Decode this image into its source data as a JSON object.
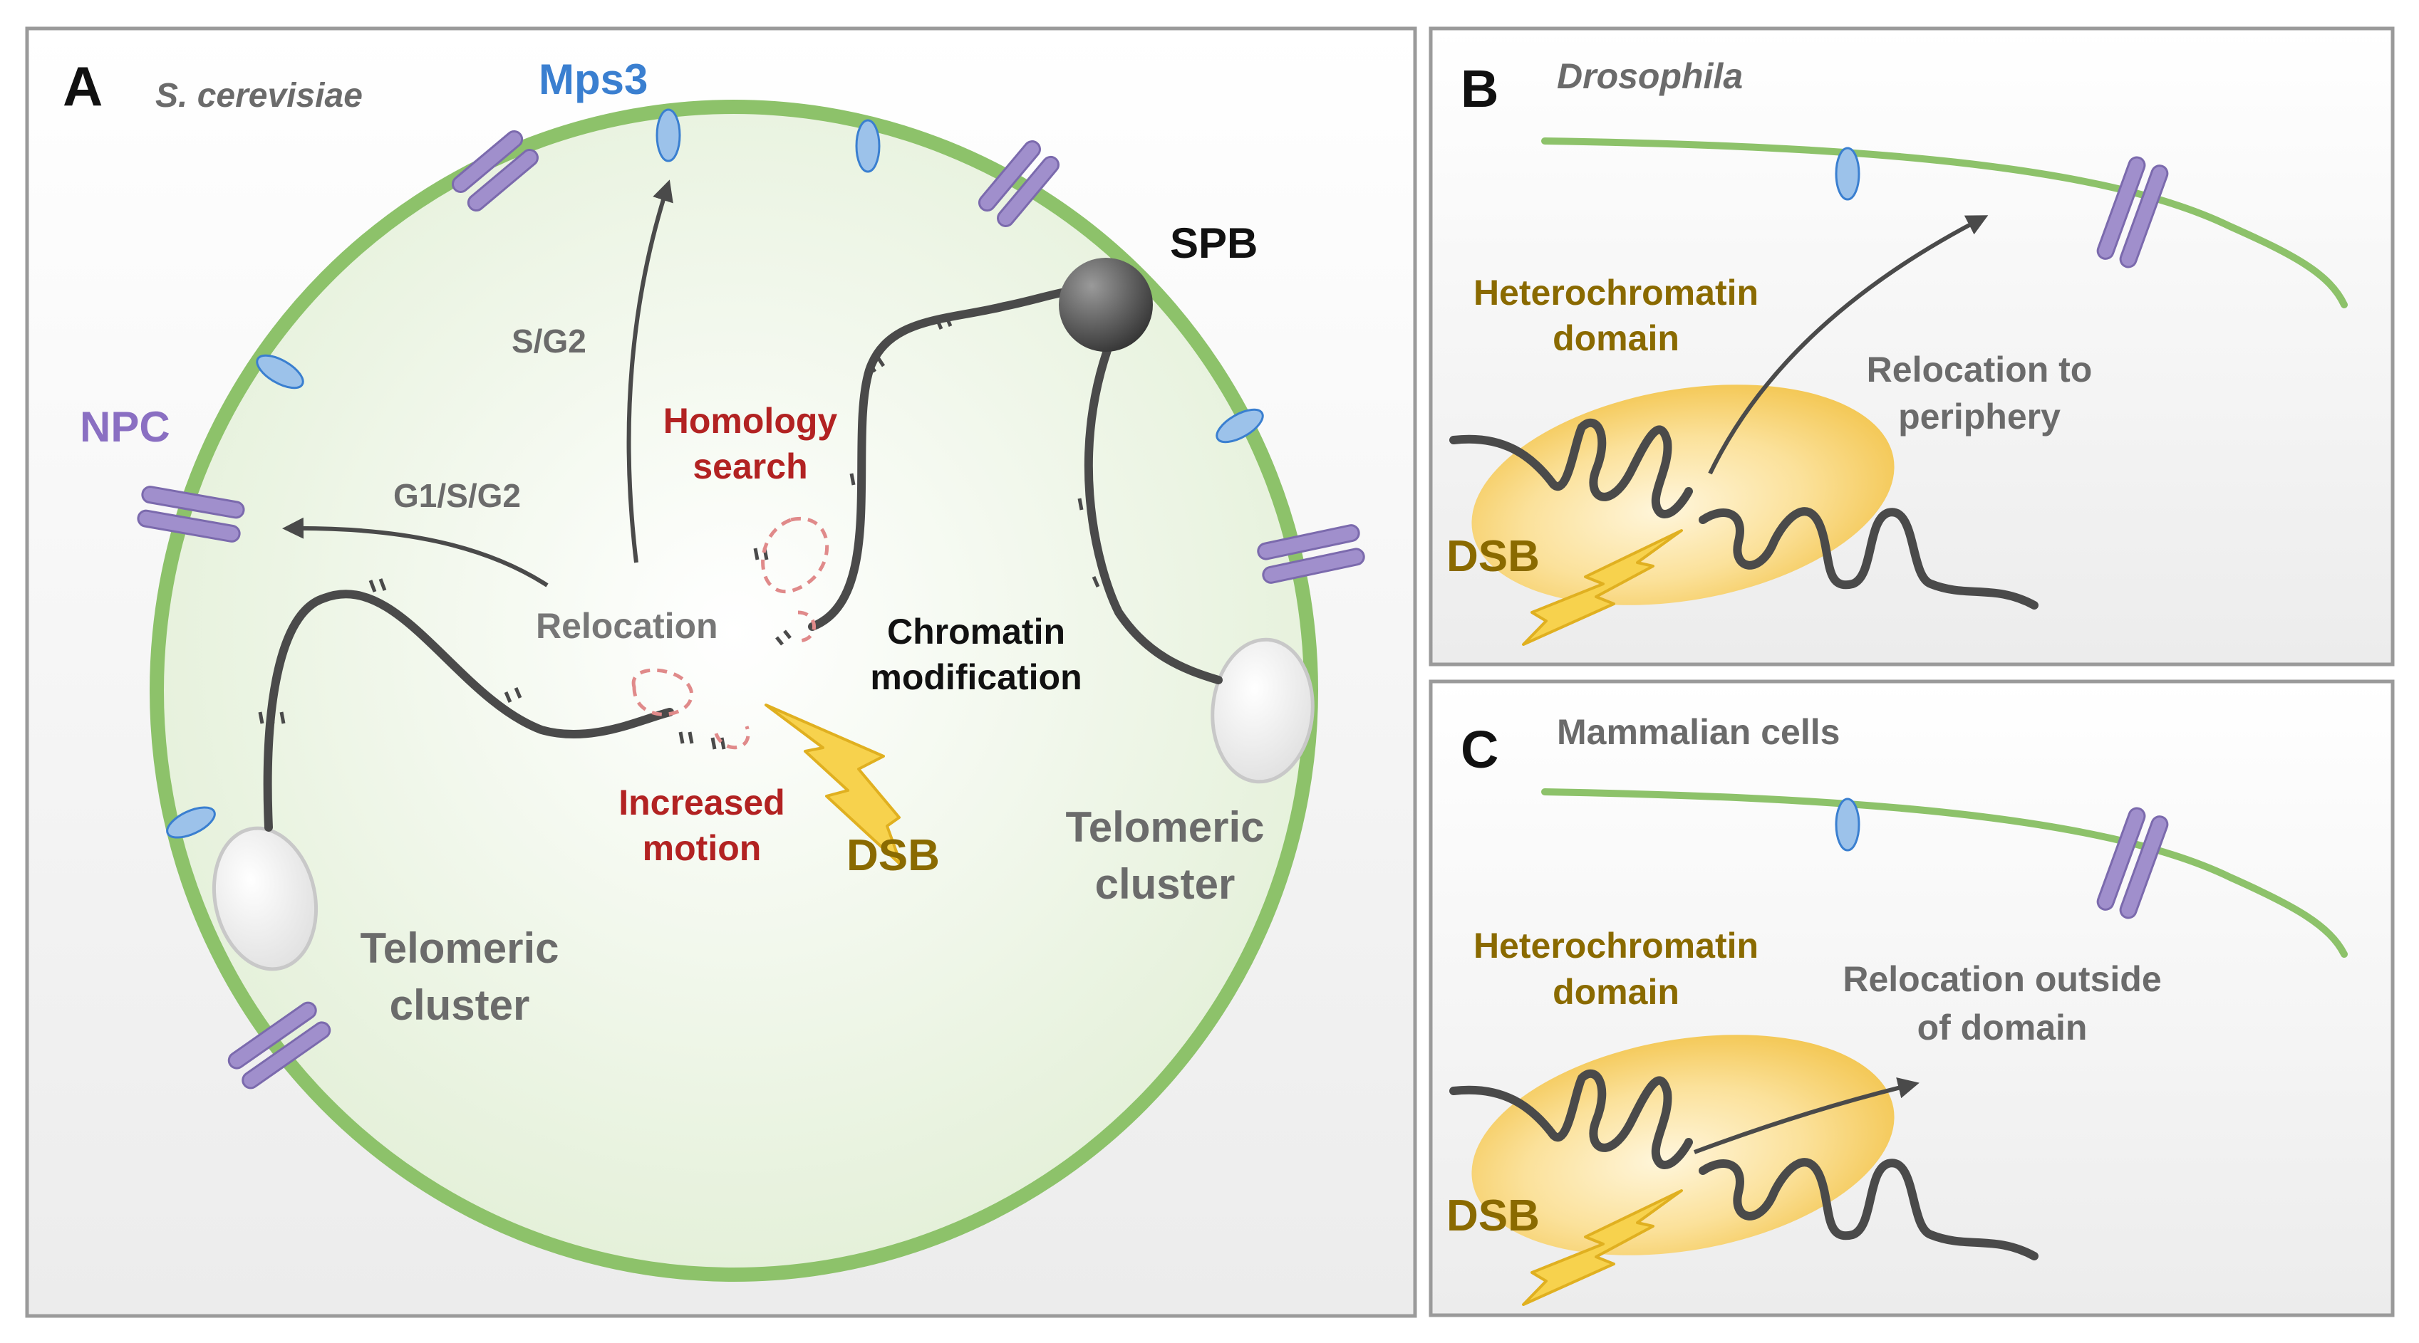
{
  "colors": {
    "envelope": "#8dc26a",
    "nucleoplasm": "#eef5e6",
    "panel_border": "#9a9a9a",
    "chromatin": "#4a4a4a",
    "npc": "#a08fcc",
    "mps3": "#9cc2ea",
    "heterochromatin": "#f6cd5c",
    "dsb": "#f7d24d",
    "red_label": "#b22222",
    "gold_label": "#8a6a00",
    "gray_label": "#6b6b6b",
    "blue_label": "#3a7fd0",
    "purple_label": "#8a6fc2"
  },
  "panel_a": {
    "letter": "A",
    "organism": "S. cerevisiae",
    "mps3": "Mps3",
    "npc": "NPC",
    "spb": "SPB",
    "s_g2": "S/G2",
    "g1_s_g2": "G1/S/G2",
    "relocation": "Relocation",
    "homology_1": "Homology",
    "homology_2": "search",
    "chromatin_mod_1": "Chromatin",
    "chromatin_mod_2": "modification",
    "motion_1": "Increased",
    "motion_2": "motion",
    "dsb": "DSB",
    "telo_left_1": "Telomeric",
    "telo_left_2": "cluster",
    "telo_right_1": "Telomeric",
    "telo_right_2": "cluster"
  },
  "panel_b": {
    "letter": "B",
    "organism": "Drosophila",
    "hetero_1": "Heterochromatin",
    "hetero_2": "domain",
    "reloc_1": "Relocation to",
    "reloc_2": "periphery",
    "dsb": "DSB"
  },
  "panel_c": {
    "letter": "C",
    "organism": "Mammalian cells",
    "hetero_1": "Heterochromatin",
    "hetero_2": "domain",
    "reloc_1": "Relocation outside",
    "reloc_2": "of domain",
    "dsb": "DSB"
  }
}
